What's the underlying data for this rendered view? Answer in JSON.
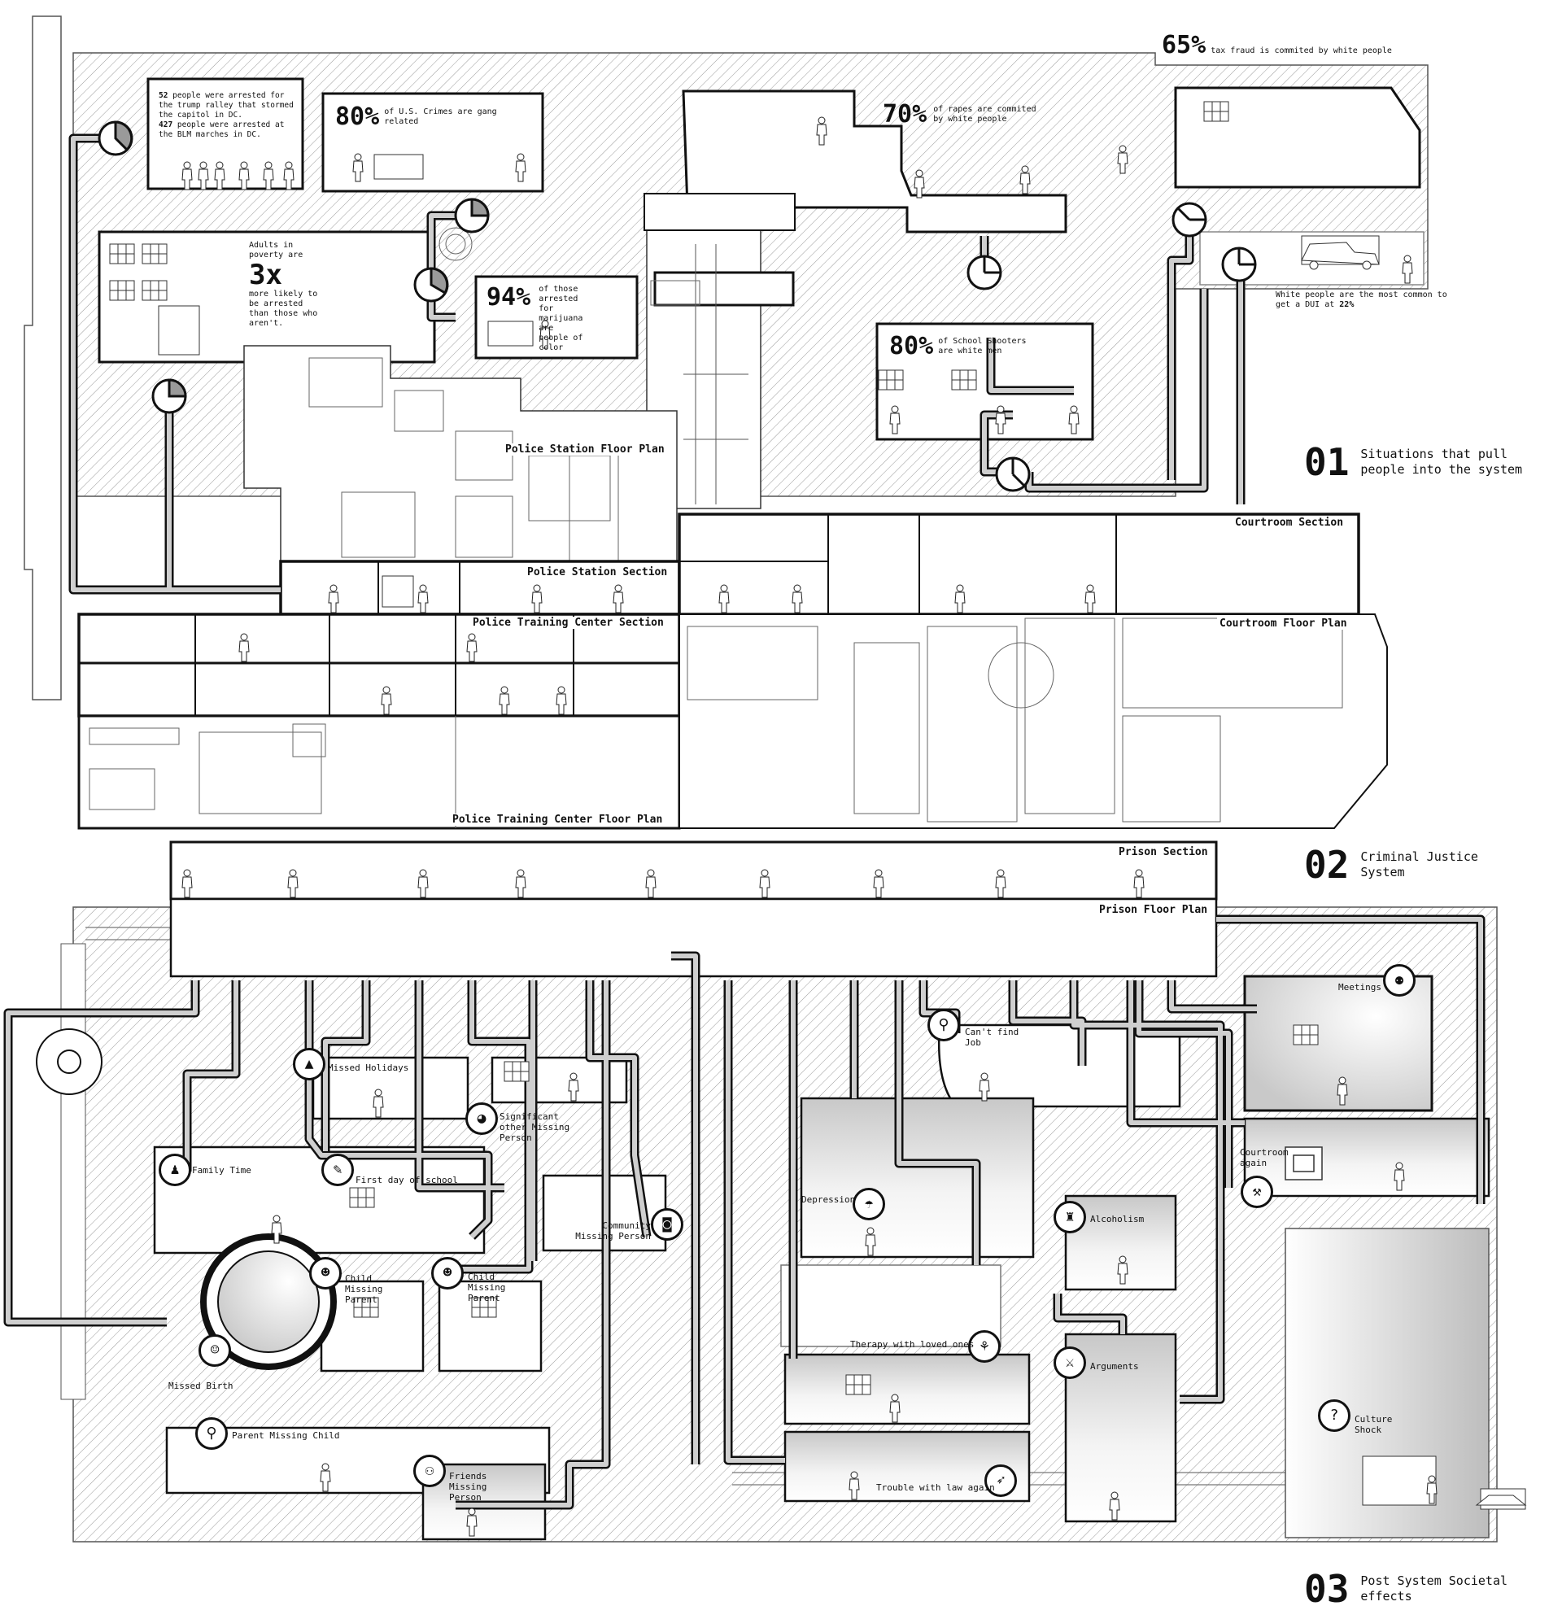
{
  "stats": {
    "taxfraud": {
      "big": "65%",
      "text": "tax fraud is commited by white people"
    },
    "gangs": {
      "big": "80%",
      "text": "of U.S. Crimes are gang related"
    },
    "rapes": {
      "big": "70%",
      "text": "of rapes are commited by white people"
    },
    "poverty": {
      "pre": "Adults in poverty are",
      "big": "3x",
      "text": "more likely to be arrested than those who aren't."
    },
    "marijuana": {
      "big": "94%",
      "text": "of those arrested for marijuana are people of color"
    },
    "shooters": {
      "big": "80%",
      "text": "of School Shooters are white men"
    },
    "dui": {
      "text": "White people are the most common to get a DUI at ",
      "value": "22%"
    },
    "arrests": {
      "n1": "52",
      "t1": " people were arrested for the trump ralley that stormed the capitol in DC.",
      "n2": "427",
      "t2": " people were arrested at the BLM marches in DC."
    }
  },
  "sections": {
    "police_station_floor_plan": "Police Station Floor Plan",
    "police_station_section": "Police Station Section",
    "police_training_section": "Police Training Center Section",
    "police_training_floor_plan": "Police Training Center Floor Plan",
    "courtroom_section": "Courtroom Section",
    "courtroom_floor_plan": "Courtroom Floor Plan",
    "prison_section": "Prison Section",
    "prison_floor_plan": "Prison Floor Plan"
  },
  "phases": [
    {
      "num": "01",
      "text": "Situations that pull people into the system"
    },
    {
      "num": "02",
      "text": "Criminal Justice System"
    },
    {
      "num": "03",
      "text": "Post System Societal effects"
    }
  ],
  "effects": {
    "missed_holidays": "Missed Holidays",
    "significant_other": "Significant other Missing Person",
    "family_time": "Family Time",
    "first_day": "First day of school",
    "community": "Community Missing Person",
    "child_missing_1": "Child Missing Parent",
    "child_missing_2": "Child Missing Parent",
    "missed_birth": "Missed Birth",
    "parent_missing_child": "Parent Missing Child",
    "friends_missing": "Friends Missing Person",
    "cant_find_job": "Can't find Job",
    "meetings": "Meetings",
    "depression": "Depression",
    "courtroom_again": "Courtroom again",
    "alcoholism": "Alcoholism",
    "therapy": "Therapy with loved ones",
    "arguments": "Arguments",
    "culture_shock": "Culture Shock",
    "trouble_law": "Trouble with law again"
  },
  "icons": {
    "missed_holidays": "christmas-tree-icon",
    "significant_other": "couple-icon",
    "family_time": "family-icon",
    "first_day": "school-child-icon",
    "community": "community-icon",
    "child_missing_1": "child-face-icon",
    "child_missing_2": "child-face-icon",
    "missed_birth": "baby-in-hands-icon",
    "parent_missing_child": "elderly-parent-icon",
    "friends_missing": "friends-icon",
    "cant_find_job": "job-search-icon",
    "meetings": "meeting-group-icon",
    "depression": "rain-cloud-person-icon",
    "courtroom_again": "gavel-icon",
    "alcoholism": "drinking-person-icon",
    "therapy": "therapy-icon",
    "arguments": "argument-icon",
    "culture_shock": "question-head-icon",
    "trouble_law": "running-person-icon"
  }
}
